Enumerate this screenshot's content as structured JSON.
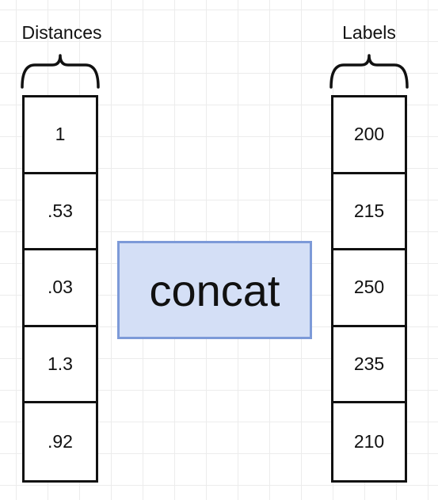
{
  "distances": {
    "title": "Distances",
    "values": [
      "1",
      ".53",
      ".03",
      "1.3",
      ".92"
    ]
  },
  "labels": {
    "title": "Labels",
    "values": [
      "200",
      "215",
      "250",
      "235",
      "210"
    ]
  },
  "operation": {
    "label": "concat"
  },
  "colors": {
    "concat_fill": "#d4dff6",
    "concat_border": "#7d9ad8",
    "stroke": "#111111",
    "grid": "#ececec"
  }
}
